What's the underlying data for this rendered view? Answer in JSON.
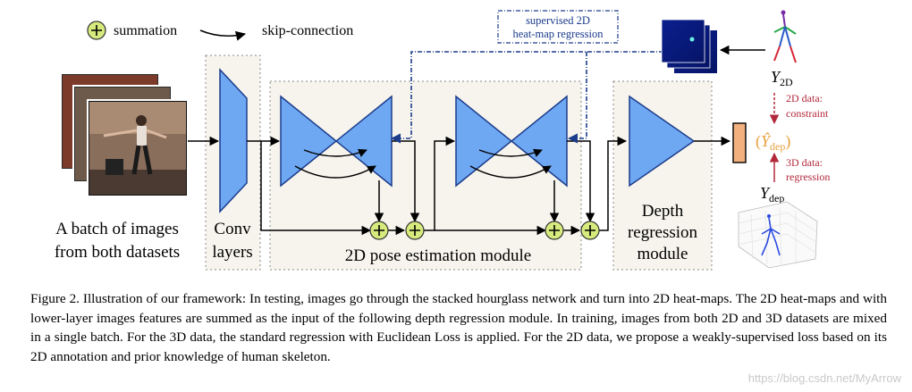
{
  "legend": {
    "sum_label": "summation",
    "skip_label": "skip-connection"
  },
  "inputs": {
    "line1": "A batch of images",
    "line2": "from both datasets"
  },
  "conv": {
    "line1": "Conv",
    "line2": "layers"
  },
  "pose_module": {
    "label": "2D pose estimation module"
  },
  "depth_module": {
    "line1": "Depth",
    "line2": "regression",
    "line3": "module"
  },
  "supervision": {
    "line1": "supervised 2D",
    "line2": "heat-map regression"
  },
  "labels": {
    "y2d_main": "Y",
    "y2d_sub": "2D",
    "ydep_hat_open": "(",
    "ydep_hat_main": "Ŷ",
    "ydep_hat_sub": "dep",
    "ydep_hat_close": ")",
    "ydep_main": "Y",
    "ydep_sub": "dep",
    "constraint_line1": "2D data:",
    "constraint_line2": "constraint",
    "regression_line1": "3D data:",
    "regression_line2": "regression"
  },
  "caption": "Figure 2. Illustration of our framework: In testing, images go through the stacked hourglass network and turn into 2D heat-maps. The 2D heat-maps and with lower-layer images features are summed as the input of the following depth regression module. In training, images from both 2D and 3D datasets are mixed in a single batch. For the 3D data, the standard regression with Euclidean Loss is applied. For the 2D data, we propose a weakly-supervised loss based on its 2D annotation and prior knowledge of human skeleton.",
  "watermark": "https://blog.csdn.net/MyArrow",
  "colors": {
    "blue_fill": "#6fa8f2",
    "blue_stroke": "#1c3c8c",
    "sum_fill": "#d6ea7e",
    "output_fill": "#f2b07e",
    "dark_red": "#b3283a",
    "orange_label": "#e8a03c",
    "panel_bg": "#f6f4ec"
  },
  "icons": [
    "plus-circle-icon",
    "curved-arrow-icon",
    "heatmap-thumbnail",
    "skeleton-2d-icon",
    "skeleton-3d-plot",
    "photo-stack"
  ]
}
